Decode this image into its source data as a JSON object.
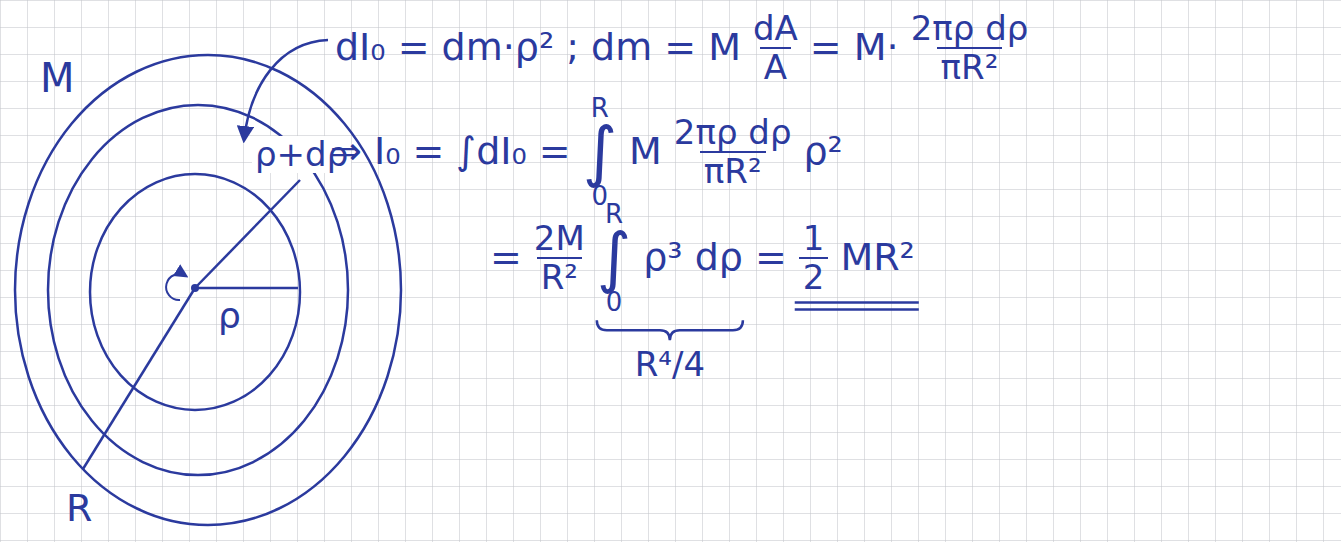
{
  "diagram": {
    "labels": [
      "M",
      "ρ+dρ",
      "ρ",
      "R",
      "dI₀ = dm·ρ² ; dm = M",
      "dA",
      "A",
      "= M·",
      "2πρ dρ",
      "πR²",
      "⇒ I₀ = ∫dI₀ =",
      "∫",
      "R",
      "0",
      "M",
      "2πρ dρ",
      "πR²",
      "ρ²",
      "=",
      "2M",
      "R²",
      "∫",
      "R",
      "0",
      "ρ³ dρ",
      "=",
      "1",
      "2",
      "MR²",
      "R⁴/4"
    ]
  }
}
